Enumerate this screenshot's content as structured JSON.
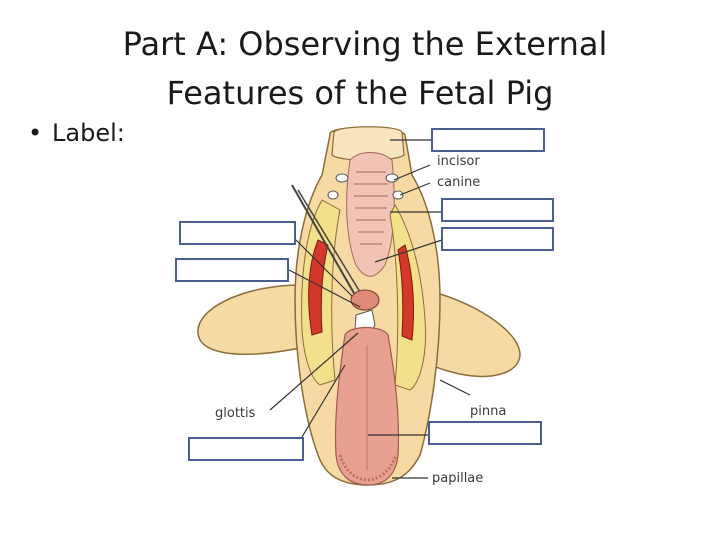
{
  "title_line1": "Part A: Observing the External",
  "title_line2": "Features of the Fetal Pig",
  "bullet": "Label:",
  "figure_labels": {
    "incisor": "incisor",
    "canine": "canine",
    "glottis": "glottis",
    "pinna": "pinna",
    "papillae": "papillae"
  },
  "colors": {
    "box_border": "#4a5f8f",
    "skin": "#f7d9a3",
    "muscle": "#d4382a",
    "tongue": "#e8a090"
  }
}
